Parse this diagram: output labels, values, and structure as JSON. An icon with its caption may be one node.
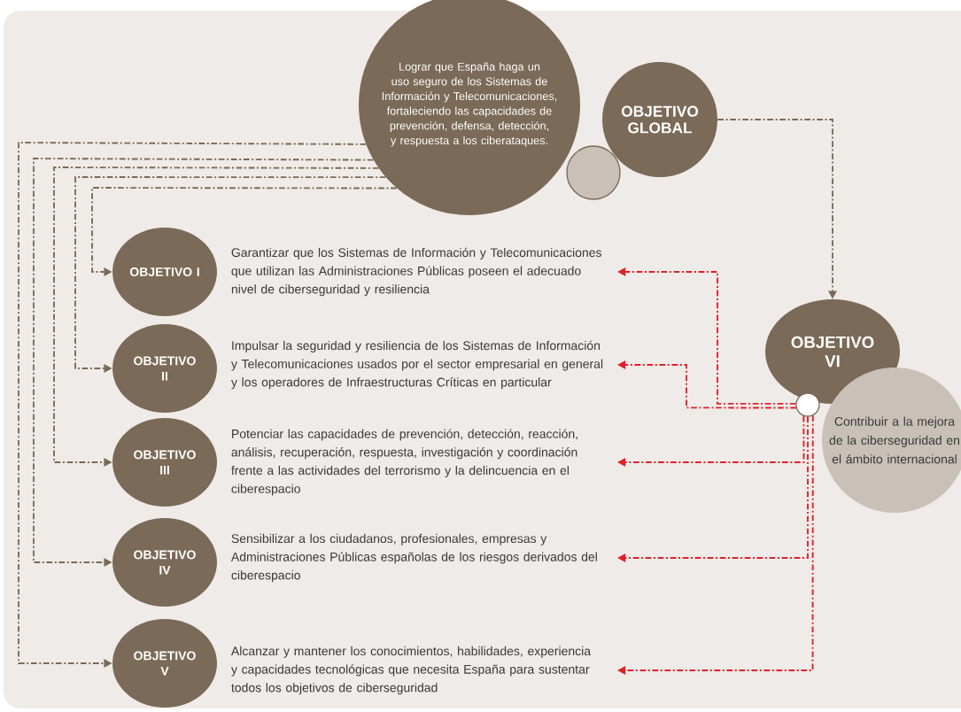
{
  "diagram": {
    "nodes": [
      {
        "text": [
          "Lograr que España haga un uso seguro de los Sistemas de Información y Telecomunicaciones, fortaleciendo las capacidades de prevención, defensa, detección, y respuesta a los ciberataques."
        ]
      },
      {
        "text": [
          "OBJETIVO GLOBAL"
        ]
      },
      {
        "text": [],
        "shape": "circle"
      },
      {
        "text": [
          "OBJETIVO I"
        ]
      },
      {
        "text": [
          "OBJETIVO II"
        ]
      },
      {
        "text": [
          "OBJETIVO III"
        ]
      },
      {
        "text": [
          "OBJETIVO IV"
        ]
      },
      {
        "text": [
          "OBJETIVO V"
        ]
      },
      {
        "text": [
          "Garantizar que los Sistemas de Información y Telecomunicaciones que utilizan las Administraciones Públicas poseen el adecuado nivel de ciberseguridad y resiliencia"
        ]
      },
      {
        "text": [
          "Impulsar la seguridad y resiliencia de los Sistemas de Información y Telecomunicaciones usados por el sector empresarial en general y los operadores de Infraestructuras Críticas en particular"
        ]
      },
      {
        "text": [
          "Potenciar las capacidades de prevención, detección, reacción, análisis, recuperación, respuesta, investigación y coordinación frente a las actividades del terrorismo y la delincuencia en el ciberespacio"
        ]
      },
      {
        "text": [
          "Sensibilizar a los ciudadanos, profesionales, empresas y Administraciones Públicas españolas de los riesgos derivados del ciberespacio"
        ]
      },
      {
        "text": [
          "Alcanzar y mantener los conocimientos, habilidades, experiencia y capacidades tecnológicas que necesita España para sustentar todos los objetivos de ciberseguridad"
        ]
      },
      {
        "text": [
          "OBJETIVO VI"
        ]
      },
      {
        "text": [],
        "shape": "circle"
      },
      {
        "text": [
          "Contribuir a la mejora de la ciberseguridad en el ámbito internacional"
        ]
      }
    ],
    "edges": [
      {
        "from": 0,
        "to": 3,
        "arrow": "to"
      },
      {
        "from": 0,
        "to": 4,
        "arrow": "to"
      },
      {
        "from": 0,
        "to": 5,
        "arrow": "to"
      },
      {
        "from": 0,
        "to": 6,
        "arrow": "to"
      },
      {
        "from": 0,
        "to": 7,
        "arrow": "to"
      },
      {
        "from": 1,
        "to": 13,
        "arrow": "to"
      },
      {
        "from": 14,
        "to": 8,
        "arrow": "to",
        "color": "#e0202a"
      },
      {
        "from": 14,
        "to": 9,
        "arrow": "to",
        "color": "#e0202a"
      },
      {
        "from": 14,
        "to": 10,
        "arrow": "to",
        "color": "#e0202a"
      },
      {
        "from": 14,
        "to": 11,
        "arrow": "to",
        "color": "#e0202a"
      },
      {
        "from": 14,
        "to": 12,
        "arrow": "to",
        "color": "#e0202a"
      }
    ]
  }
}
